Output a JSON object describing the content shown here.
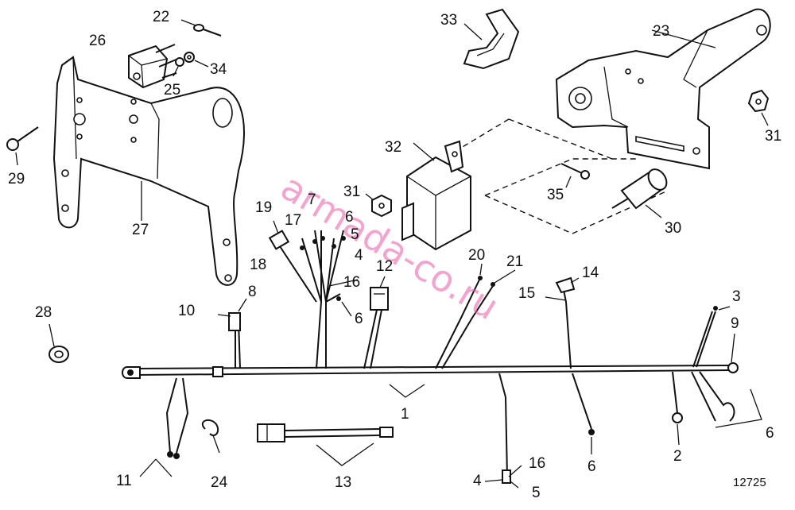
{
  "diagram": {
    "reference_number": "12725",
    "watermark": "armada-co.ru",
    "callouts": [
      {
        "id": "c1",
        "text": "1"
      },
      {
        "id": "c2",
        "text": "2"
      },
      {
        "id": "c3",
        "text": "3"
      },
      {
        "id": "c4a",
        "text": "4"
      },
      {
        "id": "c4b",
        "text": "4"
      },
      {
        "id": "c5a",
        "text": "5"
      },
      {
        "id": "c5b",
        "text": "5"
      },
      {
        "id": "c6a",
        "text": "6"
      },
      {
        "id": "c6b",
        "text": "6"
      },
      {
        "id": "c6c",
        "text": "6"
      },
      {
        "id": "c6d",
        "text": "6"
      },
      {
        "id": "c7",
        "text": "7"
      },
      {
        "id": "c8",
        "text": "8"
      },
      {
        "id": "c9",
        "text": "9"
      },
      {
        "id": "c10",
        "text": "10"
      },
      {
        "id": "c11",
        "text": "11"
      },
      {
        "id": "c12",
        "text": "12"
      },
      {
        "id": "c13",
        "text": "13"
      },
      {
        "id": "c14",
        "text": "14"
      },
      {
        "id": "c15",
        "text": "15"
      },
      {
        "id": "c16a",
        "text": "16"
      },
      {
        "id": "c16b",
        "text": "16"
      },
      {
        "id": "c17",
        "text": "17"
      },
      {
        "id": "c18",
        "text": "18"
      },
      {
        "id": "c19",
        "text": "19"
      },
      {
        "id": "c20",
        "text": "20"
      },
      {
        "id": "c21",
        "text": "21"
      },
      {
        "id": "c22",
        "text": "22"
      },
      {
        "id": "c23",
        "text": "23"
      },
      {
        "id": "c24",
        "text": "24"
      },
      {
        "id": "c25",
        "text": "25"
      },
      {
        "id": "c26",
        "text": "26"
      },
      {
        "id": "c27",
        "text": "27"
      },
      {
        "id": "c28",
        "text": "28"
      },
      {
        "id": "c29",
        "text": "29"
      },
      {
        "id": "c30",
        "text": "30"
      },
      {
        "id": "c31a",
        "text": "31"
      },
      {
        "id": "c31b",
        "text": "31"
      },
      {
        "id": "c32",
        "text": "32"
      },
      {
        "id": "c33",
        "text": "33"
      },
      {
        "id": "c34",
        "text": "34"
      },
      {
        "id": "c35",
        "text": "35"
      }
    ]
  }
}
